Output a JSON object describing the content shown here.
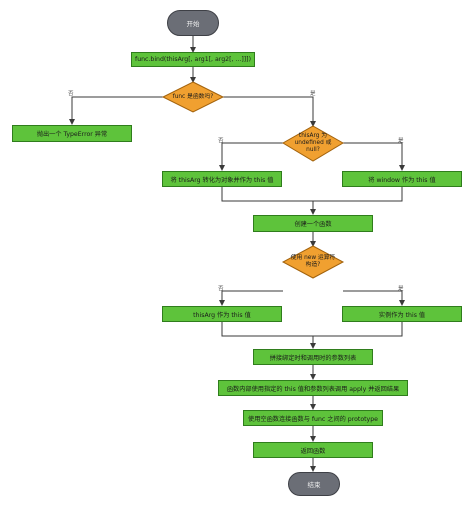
{
  "nodes": {
    "start": "开始",
    "bind": "func.bind(thisArg[, arg1[, arg2[, ...]]])",
    "is_func": "func 是函数吗?",
    "throw": "抛出一个 TypeError 异常",
    "is_undef": "thisArg 为\nundefined 或\nnull?",
    "to_object": "将 thisArg 转化为对象并作为 this 值",
    "window": "将 window 作为 this 值",
    "create": "创建一个函数",
    "use_new": "使用 new 运算符\n构造?",
    "thisarg_this": "thisArg 作为 this 值",
    "instance_this": "实例作为 this 值",
    "concat_args": "拼接绑定时和调用时的参数列表",
    "apply": "函数内部使用指定的 this 值和参数列表调用 apply 并返回结果",
    "prototype": "使用空函数连接函数与 func 之间的 prototype",
    "return_fn": "返回函数",
    "end": "结束"
  },
  "labels": {
    "no": "否",
    "yes": "是"
  },
  "colors": {
    "process": "#5ec33b",
    "decision": "#f0a030",
    "terminal": "#6b6e76",
    "line": "#3a3a3a"
  }
}
